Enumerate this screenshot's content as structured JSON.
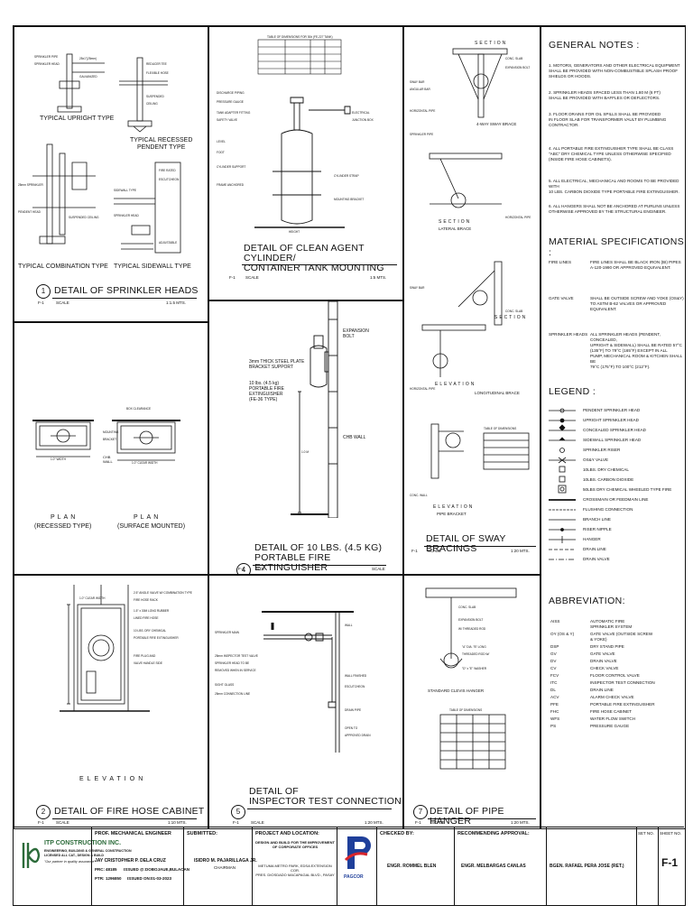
{
  "details": {
    "sprinkler": {
      "number": "1",
      "title": "DETAIL OF SPRINKLER HEADS",
      "ref": "F-1",
      "scale_label": "SCALE",
      "scale": "1:1.5 MTS.",
      "sub_upright": "TYPICAL UPRIGHT TYPE",
      "sub_recessed": "TYPICAL RECESSED\nPENDENT TYPE",
      "sub_combination": "TYPICAL COMBINATION TYPE",
      "sub_sidewall": "TYPICAL SIDEWALL TYPE"
    },
    "clean_agent": {
      "number": "",
      "title": "DETAIL OF CLEAN AGENT CYLINDER/\nCONTAINER TANK MOUNTING",
      "ref": "F-1",
      "scale_label": "SCALE",
      "scale": "1:5 MTS."
    },
    "extinguisher": {
      "number": "4",
      "title": "DETAIL OF 10 LBS. (4.5 KG)\nPORTABLE FIRE EXTINGUISHER",
      "ref": "F-1",
      "scale_label": "NTS",
      "scale": "SCALE",
      "callout_bracket": "3mm THICK STEEL PLATE\nBRACKET SUPPORT",
      "callout_unit": "10 lbs. (4.5 kg)\nPORTABLE FIRE\nEXTINGUISHER\n(FE-36 TYPE)",
      "callout_bolt": "EXPANSION\nBOLT",
      "callout_wall": "CHB WALL"
    },
    "sway": {
      "number": "",
      "title": "DETAIL OF SWAY BRACINGS",
      "ref": "F-1",
      "scale_label": "SCALE",
      "scale": "1:20 MTS.",
      "section": "SECTION",
      "four_way": "4-WAY SWAY BRACE",
      "lateral": "LATERAL BRACE",
      "longitudinal": "LONGITUDINAL BRACE",
      "elevation": "ELEVATION",
      "pipe_bracket": "PIPE BRACKET"
    },
    "hose_cabinet": {
      "number": "2",
      "title": "DETAIL OF FIRE HOSE CABINET",
      "ref": "F-1",
      "scale_label": "SCALE",
      "scale": "1:10 MTS.",
      "plan": "PLAN",
      "recessed": "(RECESSED TYPE)",
      "surface": "(SURFACE MOUNTED)",
      "elevation": "ELEVATION",
      "wall_label": "CHB\nWALL"
    },
    "inspector": {
      "number": "5",
      "title": "DETAIL OF\nINSPECTOR TEST CONNECTION",
      "ref": "F-1",
      "scale_label": "SCALE",
      "scale": "1:20 MTS."
    },
    "hanger": {
      "number": "7",
      "title": "DETAIL OF PIPE HANGER",
      "ref": "F-1",
      "scale_label": "SCALE",
      "scale": "1:20 MTS.",
      "standard": "STANDARD CLEVIS HANGER"
    }
  },
  "notes": {
    "general_heading": "GENERAL NOTES :",
    "general": [
      "1. MOTORS, GENERATORS AND OTHER ELECTRICAL EQUIPMENT\n    SHALL BE PROVIDED WITH NON-COMBUSTIBLE SPLASH PROOF\n    SHIELDS OR HOODS.",
      "2. SPRINKLER HEADS SPACED LESS THAN 1.80 M (6 FT)\n    SHALL BE PROVIDED WITH BAFFLES OR DEFLECTORS.",
      "3. FLOOR DRAINS FOR OIL SPILLS SHALL BE PROVIDED\n    IN FLOOR SLAB FOR TRANSFORMER VAULT BY PLUMBING\n    CONTRACTOR.",
      "4. ALL PORTABLE FIRE EXTINGUISHER TYPE SHALL BE CLASS\n    \"ABC\" DRY CHEMICAL TYPE UNLESS OTHERWISE SPECIFIED\n    (INSIDE FIRE HOSE CABINETS).",
      "5. ALL ELECTRICAL, MECHANICAL AND ROOMS TO BE PROVIDED WITH\n    10 LBS. CARBON DIOXIDE TYPE PORTABLE FIRE EXTINGUISHER.",
      "6. ALL HANGERS SHALL NOT BE ANCHORED AT PURLINS UNLESS\n    OTHERWISE APPROVED BY THE STRUCTURAL ENGINEER."
    ],
    "material_heading": "MATERIAL SPECIFICATIONS :",
    "material": [
      {
        "item": "FIRE LINES",
        "text": "FIRE LINES SHALL BE BLACK IRON (BI) PIPES\nA-120-1990 OR APPROVED EQUIVALENT."
      },
      {
        "item": "GATE VALVE",
        "text": "SHALL BE OUTSIDE SCREW AND YOKE (OS&Y)\nTO ASTM B-62 VALVES OR APPROVED EQUIVALENT."
      },
      {
        "item": "SPRINKLER HEADS",
        "text": "ALL SPRINKLER HEADS (PENDENT, CONCEALED,\nUPRIGHT & SIDEWALL) SHALL BE RATED 57°C\n(135°F) TO 79°C (165°F) EXCEPT IN ALL\nPUMP, MECHANICAL ROOM & KITCHEN SHALL BE\n79°C (175°F) TO 100°C (212°F)."
      }
    ],
    "legend_heading": "LEGEND :",
    "legend": [
      "PENDENT SPRINKLER HEAD",
      "UPRIGHT SPRINKLER HEAD",
      "CONCEALED SPRINKLER HEAD",
      "SIDEWALL SPRINKLER HEAD",
      "SPRINKLER RISER",
      "OS&Y VALVE",
      "10LBS. DRY CHEMICAL",
      "10LBS. CARBON DIOXIDE",
      "50LBS DRY CHEMICAL WHEELED TYPE FIRE",
      "CROSSMAIN OR FEEDMAIN LINE",
      "FLUSHING CONNECTION",
      "BRANCH LINE",
      "RISER NIPPLE",
      "HANGER",
      "DRAIN LINE",
      "DRAIN VALVE"
    ],
    "abbr_heading": "ABBREVIATION:",
    "abbreviations": [
      {
        "code": "AISS",
        "meaning": "AUTOMATIC FIRE\nSPRINKLER SYSTEM"
      },
      {
        "code": "OY (OS & Y)",
        "meaning": "GATE VALVE (OUTSIDE SCREW\n& YOKE)"
      },
      {
        "code": "DSP",
        "meaning": "DRY STAND PIPE"
      },
      {
        "code": "GV",
        "meaning": "GATE VALVE"
      },
      {
        "code": "DV",
        "meaning": "DRAIN VALVE"
      },
      {
        "code": "CV",
        "meaning": "CHECK VALVE"
      },
      {
        "code": "FCV",
        "meaning": "FLOOR CONTROL VALVE"
      },
      {
        "code": "ITC",
        "meaning": "INSPECTOR TEST CONNECTION"
      },
      {
        "code": "DL",
        "meaning": "DRAIN LINE"
      },
      {
        "code": "ACV",
        "meaning": "ALARM CHECK VALVE"
      },
      {
        "code": "PFE",
        "meaning": "PORTABLE FIRE EXTINGUISHER"
      },
      {
        "code": "FHC",
        "meaning": "FIRE HOSE CABINET"
      },
      {
        "code": "WFS",
        "meaning": "WATER FLOW SWITCH"
      },
      {
        "code": "PS",
        "meaning": "PRESSURE GAUGE"
      }
    ]
  },
  "title_block": {
    "company": "ITP CONSTRUCTION INC.",
    "company_sub": "ENGINEERING, BUILDING & GENERAL CONSTRUCTION\nLICENSED ALL CAT., DESIGN & BUILD",
    "tagline": "\"Our partner in quality assurance\"",
    "prof_heading": "PROF. MECHANICAL ENGINEER",
    "engineer": "JAY CRISTOPHER P. DELA CRUZ",
    "prc_label": "PRC:",
    "prc_no": "48185",
    "prc_issued": "ISSUED @:",
    "prc_place": "DOBOJAUE,BULACAN",
    "ptr_label": "PTR:",
    "ptr_no": "1296850",
    "ptr_issued": "ISSUED ON:",
    "ptr_date": "01-03-2023",
    "submitted_heading": "SUBMITTED:",
    "submitter": "ISIDRO M. PAJARILLAGA JR.",
    "submitter_role": "CHAIRMAN",
    "project_heading": "PROJECT AND LOCATION:",
    "project": "DESIGN AND BUILD FOR THE IMPROVEMENT\nOF CORPORATE OFFICES",
    "location": "METUMA METRO PARK, EDSA EXTENSION COR.\nPRES. DIOSDADO MACAPAGAL BLVD., PASAY",
    "client_logo": "PAGCOR",
    "checked_heading": "CHECKED BY:",
    "checked": "ENGR. ROMMEL BLEN",
    "recommending_heading": "RECOMMENDING APPROVAL:",
    "recommending": "ENGR. MELBARGAS CANLAS",
    "approver": "BGEN. RAFAEL PERA JOSE (RET.)",
    "set_heading": "SET NO.",
    "sheet_heading": "SHEET NO.",
    "sheet_no": "F-1"
  },
  "colors": {
    "line": "#111111",
    "logo_blue": "#1f3f9a",
    "logo_red": "#d8262c",
    "company_green": "#2c6b3a"
  }
}
